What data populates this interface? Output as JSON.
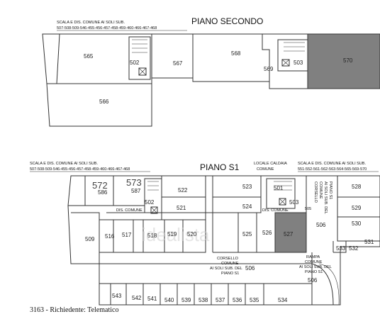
{
  "floor2": {
    "title": "PIANO SECONDO",
    "note_line1": "SCALA E DIS. COMUNE AI SOLI SUB.",
    "note_line2": "507-508-509-546-455-456-457-458-459-460-466-467-468",
    "rooms": {
      "r565": "565",
      "r566": "566",
      "r502": "502",
      "r567": "567",
      "r568": "568",
      "r569": "569",
      "r503": "503",
      "r570": "570"
    },
    "highlight_color": "#808080"
  },
  "floorS1": {
    "title": "PIANO S1",
    "note_left_line1": "SCALA E DIS. COMUNE AI SOLI SUB.",
    "note_left_line2": "507-508-509-546-455-456-457-458-459-460-466-467-468",
    "note_mid_line1": "LOCALE CALDAIA",
    "note_mid_line2": "COMUNE",
    "note_right_line1": "SCALA E DIS. COMUNE AI SOLI SUB.",
    "note_right_line2": "551-552-561-562-563-564-565-569-570",
    "dis_comune_left": "DIS. COMUNE",
    "dis_comune_right": "DIS. COMUNE",
    "corsello_mid": [
      "CORSELLO",
      "COMUNE",
      "AI SOLI SUB. DEL",
      "PIANO S1"
    ],
    "corsello_right": [
      "CORSELLO",
      "COMUNE",
      "AI SOLI SUB. DEL",
      "PIANO S1"
    ],
    "rampa": [
      "RAMPA",
      "COMUNE",
      "AI SOLI SUB. DEL",
      "PIANO S1"
    ],
    "rooms": {
      "r572": "572",
      "r573": "573",
      "r586": "586",
      "r587": "587",
      "r522": "522",
      "r521": "521",
      "r523": "523",
      "r524": "524",
      "r501": "501",
      "r503": "503",
      "r502": "502",
      "r509": "509",
      "r516": "516",
      "r517": "517",
      "r518": "518",
      "r519": "519",
      "r520": "520",
      "r525": "525",
      "r526": "526",
      "r527": "527",
      "r528": "528",
      "r529": "529",
      "r530": "530",
      "r531": "531",
      "r533": "533",
      "r532": "532",
      "r506a": "506",
      "r506b": "506",
      "r506c": "506",
      "r505": "505",
      "r543": "543",
      "r542": "542",
      "r541": "541",
      "r540": "540",
      "r539": "539",
      "r538": "538",
      "r537": "537",
      "r536": "536",
      "r535": "535",
      "r534": "534"
    },
    "highlight_color": "#808080",
    "watermark": "idealista"
  },
  "footer": "3163 - Richiedente: Telematico"
}
